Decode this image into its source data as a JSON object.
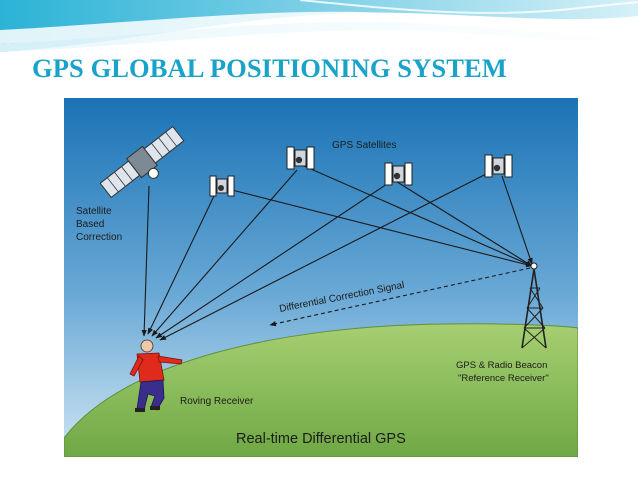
{
  "slide": {
    "title": "GPS GLOBAL POSITIONING SYSTEM"
  },
  "diagram": {
    "satellites_label": "GPS Satellites",
    "satellite_correction_label": [
      "Satellite",
      "Based",
      "Correction"
    ],
    "signal_label": "Differential Correction Signal",
    "beacon_label_line1": "GPS & Radio Beacon",
    "beacon_label_line2": "\"Reference Receiver\"",
    "receiver_label": "Roving Receiver",
    "caption": "Real-time Differential GPS"
  },
  "colors": {
    "title": "#1aa3c9",
    "sky_top": "#1a73b5",
    "sky_bottom": "#bfdcef",
    "ground": "#8cbf5a",
    "person_shirt": "#e02a1c",
    "person_pants": "#3a2d8c"
  }
}
